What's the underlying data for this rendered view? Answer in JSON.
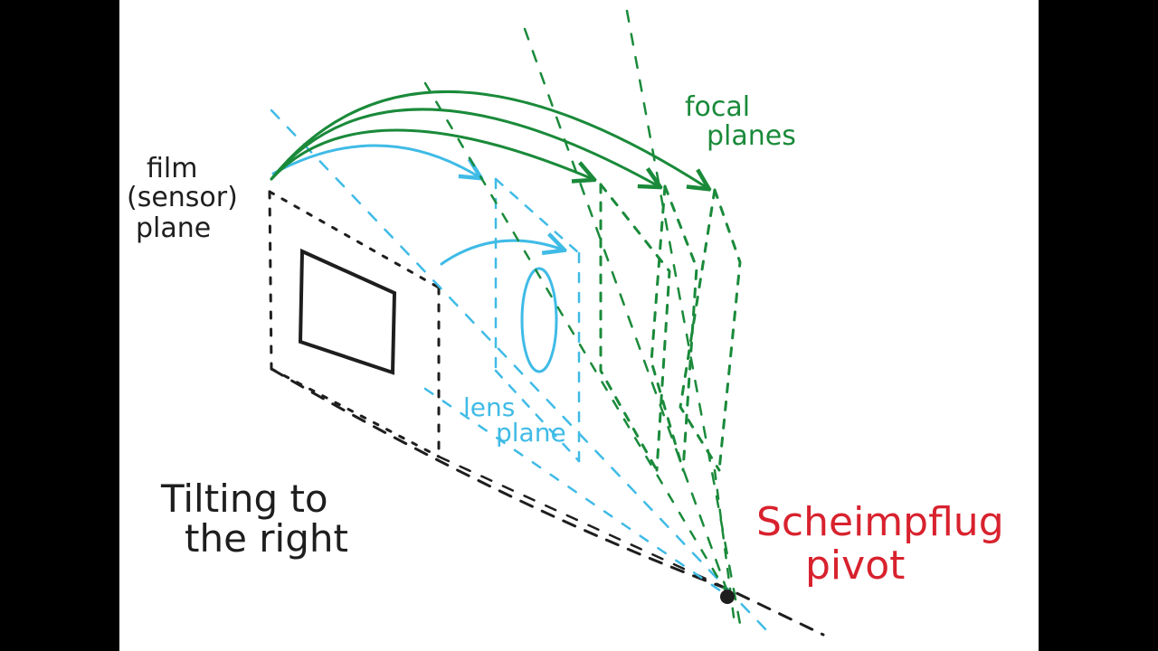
{
  "labels": {
    "film_line1": "film",
    "film_line2": "(sensor)",
    "film_line3": "plane",
    "focal_line1": "focal",
    "focal_line2": "planes",
    "lens_line1": "lens",
    "lens_line2": "plane",
    "tilt_line1": "Tilting to",
    "tilt_line2": "the right",
    "pivot_line1": "Scheimpflug",
    "pivot_line2": "pivot"
  },
  "colors": {
    "ink_black": "#1e1e1e",
    "lens_blue": "#3fbbe6",
    "focal_green": "#1a8a3a",
    "pivot_red": "#d8222e",
    "background": "#ffffff",
    "frame": "#000000"
  }
}
